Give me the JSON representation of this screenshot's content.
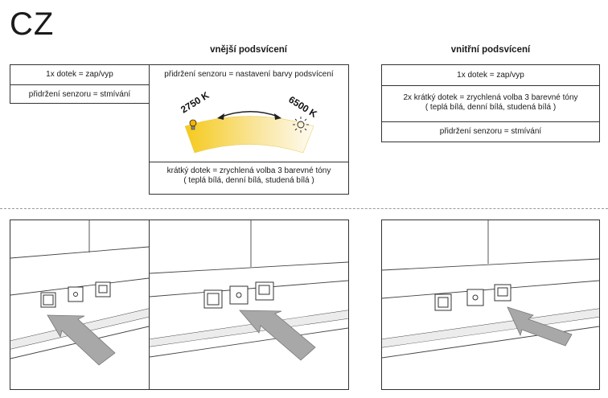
{
  "language": "CZ",
  "external": {
    "heading": "vnější podsvícení",
    "rows": [
      "1x dotek = zap/vyp",
      "přidržení senzoru = stmívání"
    ],
    "color_box": {
      "title": "přidržení senzoru = nastavení barvy podsvícení",
      "warm_label": "2750 K",
      "cool_label": "6500 K",
      "short_touch_line1": "krátký dotek = zrychlená volba 3  barevné tóny",
      "short_touch_line2": "( teplá bílá, denní bílá, studená bílá )"
    }
  },
  "internal": {
    "heading": "vnitřní podsvícení",
    "row1": "1x dotek = zap/vyp",
    "row2_line1": "2x krátký dotek = zrychlená volba 3  barevné tóny",
    "row2_line2": "( teplá bílá, denní bílá, studená bílá )",
    "row3": "přidržení senzoru = stmívání"
  },
  "colors": {
    "gradient_warm": "#f7d33a",
    "gradient_cool": "#fdf8ec",
    "arrow_fill": "#a8a8a8"
  },
  "icons": [
    "power-icon",
    "sun-icon",
    "light-icon"
  ]
}
